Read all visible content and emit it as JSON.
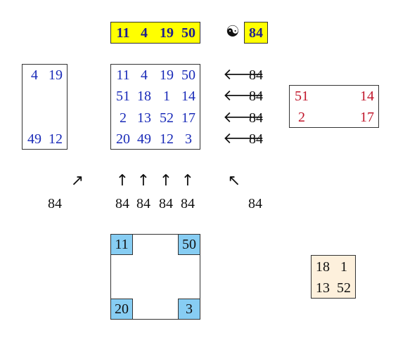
{
  "header": {
    "row": [
      "11",
      "4",
      "19",
      "50"
    ],
    "symbol": "☯",
    "total": "84"
  },
  "main_square": {
    "rows": [
      [
        "11",
        "4",
        "19",
        "50"
      ],
      [
        "51",
        "18",
        "1",
        "14"
      ],
      [
        "2",
        "13",
        "52",
        "17"
      ],
      [
        "20",
        "49",
        "12",
        "3"
      ]
    ]
  },
  "row_sums": [
    {
      "arrow": "🡐",
      "value": "84"
    },
    {
      "arrow": "🡐",
      "value": "84"
    },
    {
      "arrow": "🡐",
      "value": "84"
    },
    {
      "arrow": "🡐",
      "value": "84"
    }
  ],
  "left_box": {
    "top": [
      "4",
      "19"
    ],
    "bottom": [
      "49",
      "12"
    ]
  },
  "right_box": {
    "top": [
      "51",
      "14"
    ],
    "bottom": [
      "2",
      "17"
    ]
  },
  "column_sums": {
    "arrows": [
      "↑",
      "↑",
      "↑",
      "↑"
    ],
    "values": [
      "84",
      "84",
      "84",
      "84"
    ]
  },
  "diagonal_sums": {
    "left_arrow": "↗",
    "left_value": "84",
    "right_arrow": "↖",
    "right_value": "84"
  },
  "corners_box": {
    "top_left": "11",
    "top_right": "50",
    "bottom_left": "20",
    "bottom_right": "3"
  },
  "center_box": {
    "rows": [
      [
        "18",
        "1"
      ],
      [
        "13",
        "52"
      ]
    ]
  },
  "colors": {
    "yellow": "#ffff00",
    "light_blue": "#87cdf3",
    "cream": "#fdf0dc",
    "navy": "#1f1f8f",
    "blue": "#1a2bb8",
    "red": "#c0152a"
  }
}
